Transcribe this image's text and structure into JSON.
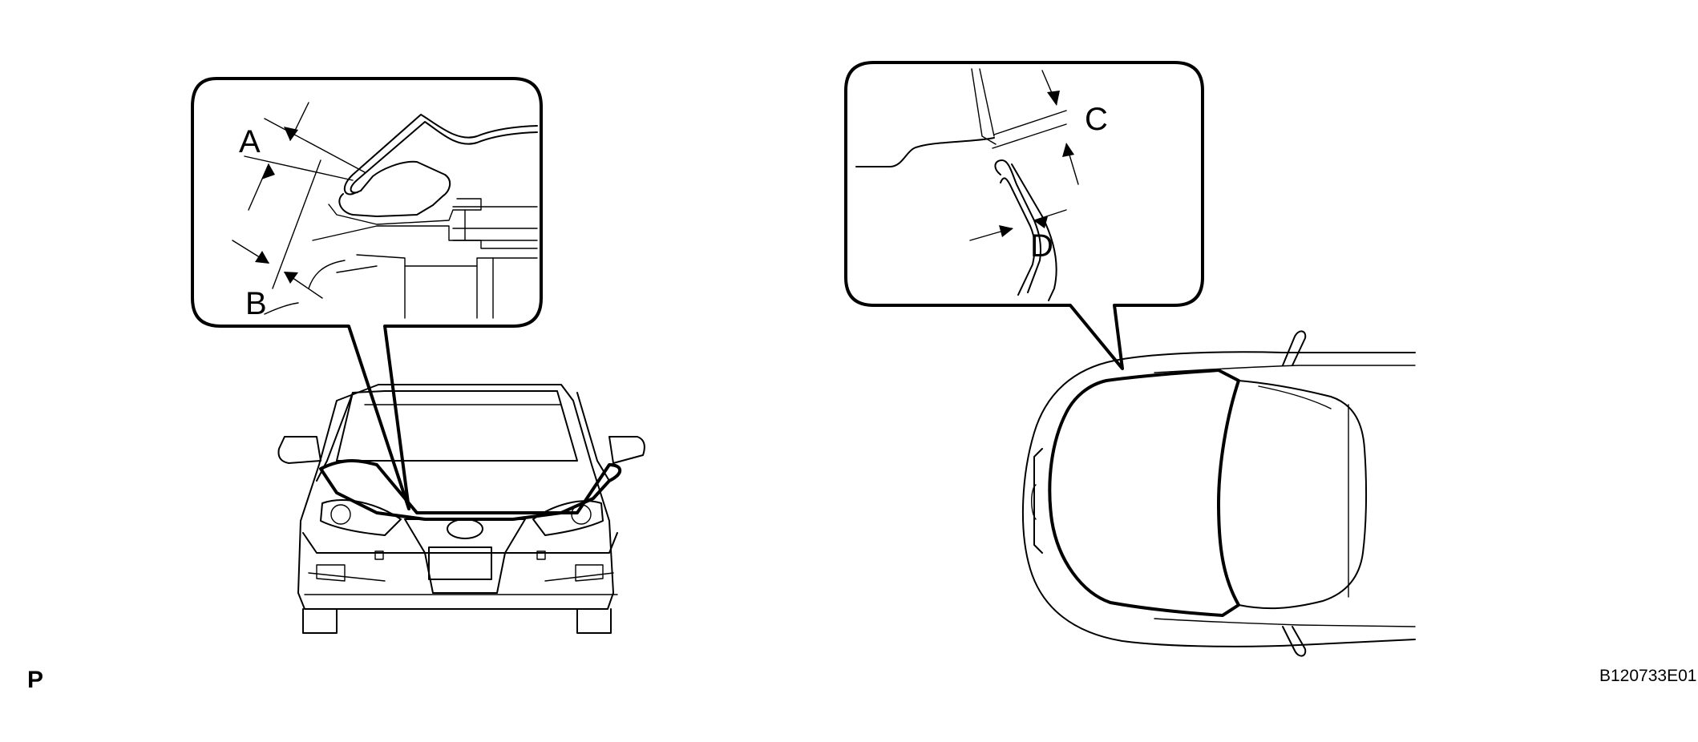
{
  "labels": {
    "a": "A",
    "b": "B",
    "c": "C",
    "d": "D"
  },
  "corner_mark": "P",
  "figure_code": "B120733E01"
}
